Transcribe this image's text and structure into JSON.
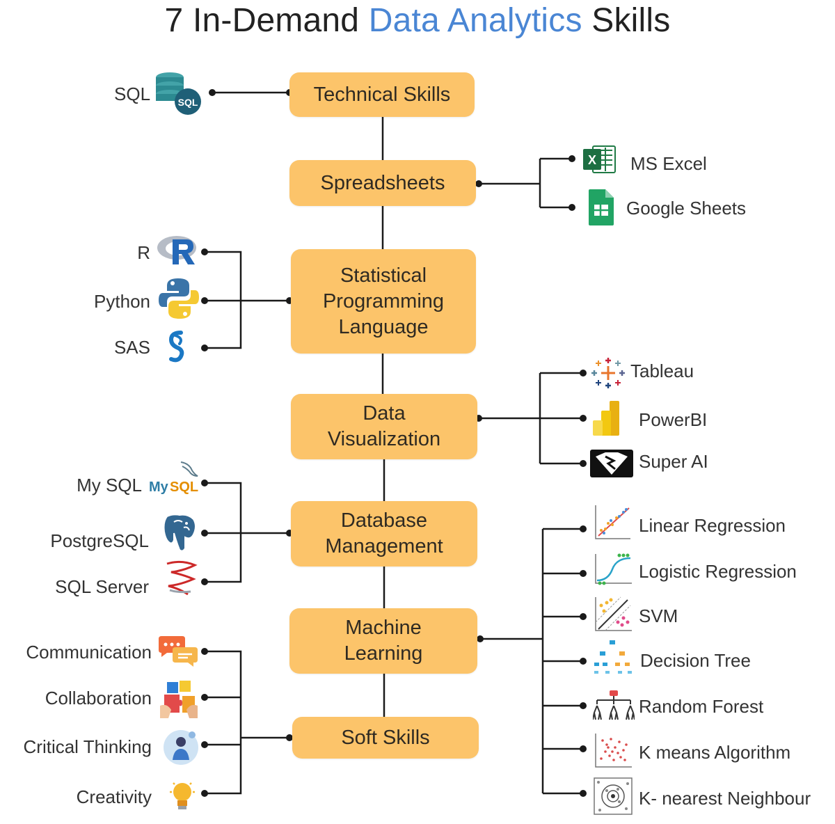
{
  "title": {
    "part1": "7 In-Demand ",
    "accent": "Data Analytics",
    "part2": " Skills"
  },
  "colors": {
    "accent": "#4a86d4",
    "box": "#fcc46a",
    "line": "#1a1a1a"
  },
  "skills": [
    "Technical Skills",
    "Spreadsheets",
    "Statistical\nProgramming\nLanguage",
    "Data\nVisualization",
    "Database\nManagement",
    "Machine\nLearning",
    "Soft Skills"
  ],
  "tools": {
    "technical": [
      "SQL"
    ],
    "spreadsheets": [
      "MS Excel",
      "Google Sheets"
    ],
    "programming": [
      "R",
      "Python",
      "SAS"
    ],
    "visualization": [
      "Tableau",
      "PowerBI",
      "Super AI"
    ],
    "database": [
      "My SQL",
      "PostgreSQL",
      "SQL Server"
    ],
    "machine_learning": [
      "Linear Regression",
      "Logistic Regression",
      "SVM",
      "Decision Tree",
      "Random Forest",
      "K means Algorithm",
      "K- nearest Neighbour"
    ],
    "soft": [
      "Communication",
      "Collaboration",
      "Critical Thinking",
      "Creativity"
    ]
  },
  "icon_text": {
    "sql": "SQL",
    "mysql_a": "My",
    "mysql_b": "SQL",
    "excel": "X"
  },
  "icons": {
    "sql": "database-icon",
    "excel": "excel-icon",
    "sheets": "google-sheets-icon",
    "r": "r-logo-icon",
    "python": "python-logo-icon",
    "sas": "sas-logo-icon",
    "tableau": "tableau-logo-icon",
    "powerbi": "powerbi-logo-icon",
    "superai": "super-ai-logo-icon",
    "mysql": "mysql-logo-icon",
    "postgresql": "postgresql-elephant-icon",
    "sqlserver": "sql-server-logo-icon",
    "communication": "chat-bubbles-icon",
    "collaboration": "puzzle-hands-icon",
    "critical_thinking": "thinking-person-icon",
    "creativity": "lightbulb-icon"
  }
}
